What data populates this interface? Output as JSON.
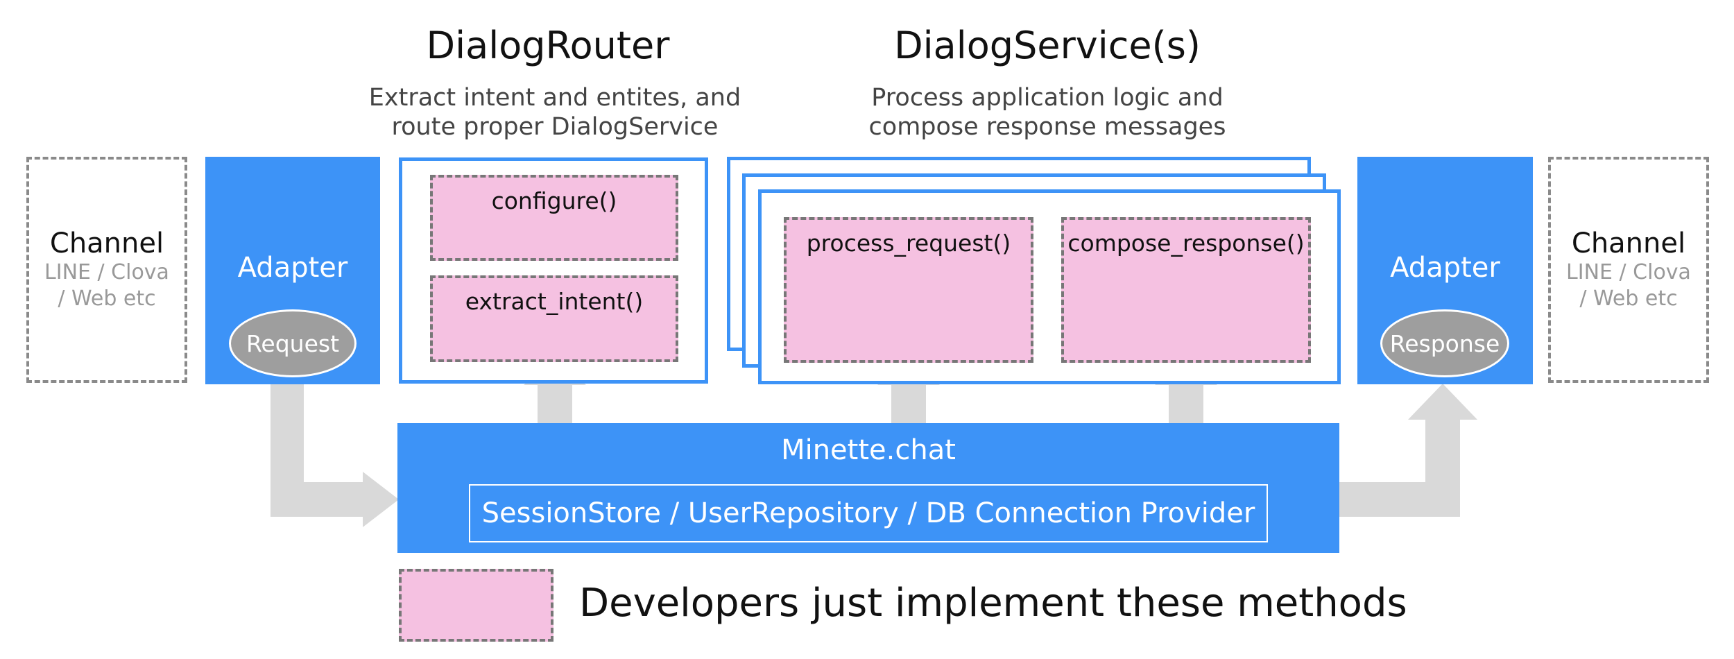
{
  "router": {
    "title": "DialogRouter",
    "description_line1": "Extract intent and entites, and",
    "description_line2": "route proper DialogService",
    "methods": [
      "configure()",
      "extract_intent()"
    ]
  },
  "service": {
    "title": "DialogService(s)",
    "description_line1": "Process application logic and",
    "description_line2": "compose response messages",
    "methods": [
      "process_request()",
      "compose_response()"
    ]
  },
  "channel_left": {
    "title": "Channel",
    "sub_line1": "LINE / Clova",
    "sub_line2": "/ Web etc"
  },
  "channel_right": {
    "title": "Channel",
    "sub_line1": "LINE / Clova",
    "sub_line2": "/ Web etc"
  },
  "adapter_left": {
    "label": "Adapter",
    "pill": "Request"
  },
  "adapter_right": {
    "label": "Adapter",
    "pill": "Response"
  },
  "core": {
    "title": "Minette.chat",
    "providers": "SessionStore / UserRepository / DB Connection Provider"
  },
  "legend": {
    "text": "Developers just implement these methods"
  },
  "colors": {
    "blue": "#3d93f7",
    "pink": "#f5c1e1",
    "arrow": "#d9d9d9",
    "pill": "#9e9e9e"
  }
}
